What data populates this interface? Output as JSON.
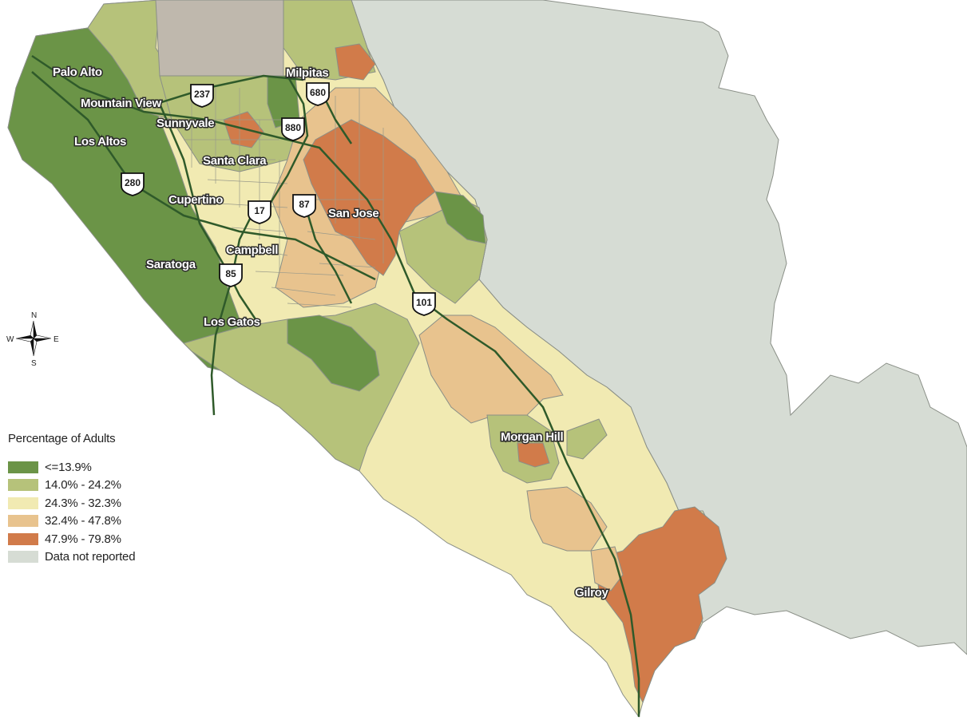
{
  "colors": {
    "class1": "#6b9447",
    "class2": "#b6c27a",
    "class3": "#f1eab2",
    "class4": "#e8c38e",
    "class5": "#d17b4a",
    "no_data": "#d6dcd4",
    "unincorporated_gray": "#bfb8ad",
    "highway": "#2f5a2a",
    "boundary": "#8a8f87"
  },
  "cities": [
    {
      "id": "palo-alto",
      "label": "Palo Alto"
    },
    {
      "id": "mountain-view",
      "label": "Mountain View"
    },
    {
      "id": "sunnyvale",
      "label": "Sunnyvale"
    },
    {
      "id": "los-altos",
      "label": "Los Altos"
    },
    {
      "id": "santa-clara",
      "label": "Santa Clara"
    },
    {
      "id": "cupertino",
      "label": "Cupertino"
    },
    {
      "id": "milpitas",
      "label": "Milpitas"
    },
    {
      "id": "san-jose",
      "label": "San Jose"
    },
    {
      "id": "campbell",
      "label": "Campbell"
    },
    {
      "id": "saratoga",
      "label": "Saratoga"
    },
    {
      "id": "los-gatos",
      "label": "Los Gatos"
    },
    {
      "id": "morgan-hill",
      "label": "Morgan Hill"
    },
    {
      "id": "gilroy",
      "label": "Gilroy"
    }
  ],
  "highways": [
    {
      "id": "237",
      "label": "237"
    },
    {
      "id": "680",
      "label": "680"
    },
    {
      "id": "880",
      "label": "880"
    },
    {
      "id": "280",
      "label": "280"
    },
    {
      "id": "17",
      "label": "17"
    },
    {
      "id": "87",
      "label": "87"
    },
    {
      "id": "85",
      "label": "85"
    },
    {
      "id": "101",
      "label": "101"
    }
  ],
  "compass": {
    "n": "N",
    "s": "S",
    "e": "E",
    "w": "W"
  },
  "legend": {
    "title": "Percentage of Adults",
    "items": [
      {
        "label": "<=13.9%",
        "color": "#6b9447"
      },
      {
        "label": "14.0% - 24.2%",
        "color": "#b6c27a"
      },
      {
        "label": "24.3% - 32.3%",
        "color": "#f1eab2"
      },
      {
        "label": "32.4% - 47.8%",
        "color": "#e8c38e"
      },
      {
        "label": "47.9% - 79.8%",
        "color": "#d17b4a"
      },
      {
        "label": "Data not reported",
        "color": "#d6dcd4"
      }
    ]
  }
}
